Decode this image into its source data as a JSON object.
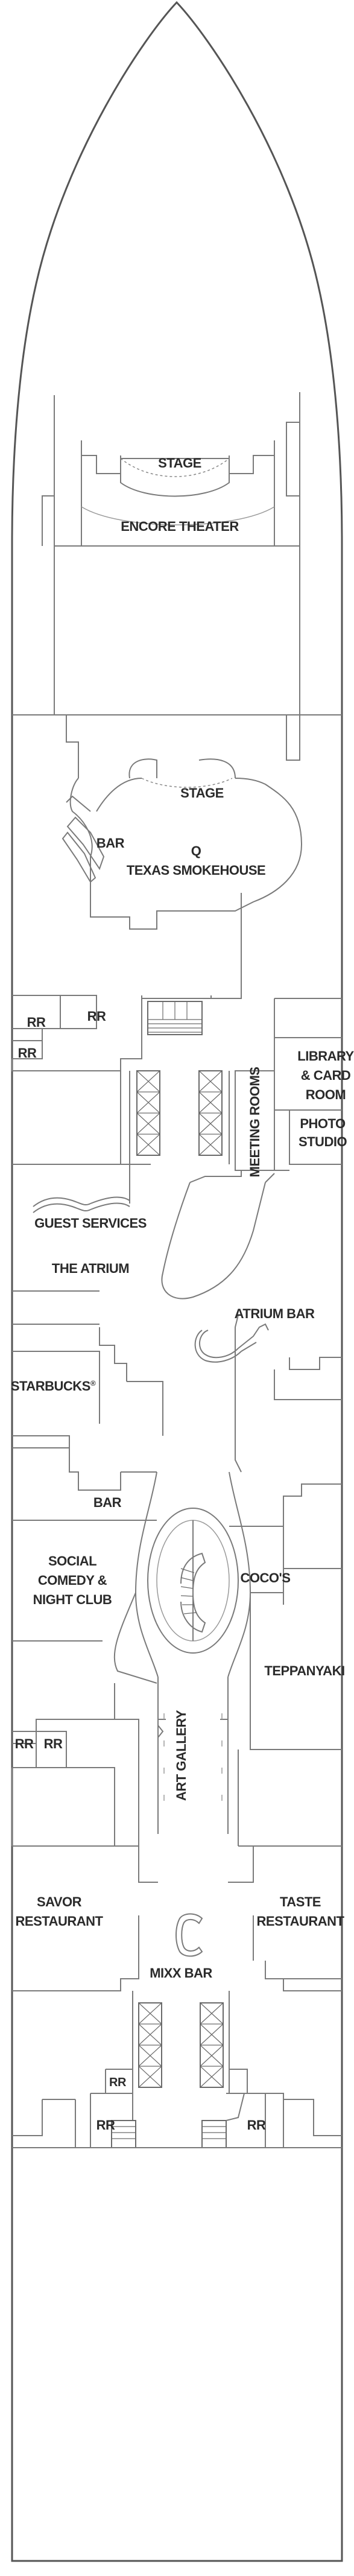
{
  "labels": {
    "stage_top": "STAGE",
    "encore_theater": "ENCORE THEATER",
    "stage_mid": "STAGE",
    "bar_q": "BAR",
    "q": "Q",
    "texas_smokehouse": "TEXAS SMOKEHOUSE",
    "rr_1": "RR",
    "rr_2": "RR",
    "rr_3": "RR",
    "library_1": "LIBRARY",
    "library_2": "& CARD",
    "library_3": "ROOM",
    "photo_1": "PHOTO",
    "photo_2": "STUDIO",
    "meeting_rooms": "MEETING ROOMS",
    "guest_services": "GUEST SERVICES",
    "the_atrium": "THE ATRIUM",
    "atrium_bar": "ATRIUM BAR",
    "starbucks": "STARBUCKS",
    "starbucks_mark": "®",
    "bar_social": "BAR",
    "social_1": "SOCIAL",
    "social_2": "COMEDY &",
    "social_3": "NIGHT CLUB",
    "cocos": "COCO'S",
    "teppanyaki": "TEPPANYAKI",
    "rr_4": "RR",
    "rr_5": "RR",
    "art_gallery": "ART GALLERY",
    "savor_1": "SAVOR",
    "savor_2": "RESTAURANT",
    "taste_1": "TASTE",
    "taste_2": "RESTAURANT",
    "mixx_bar": "MIXX BAR",
    "mixx_logo": "C",
    "rr_6": "RR",
    "rr_7": "RR",
    "rr_8": "RR"
  },
  "colors": {
    "lines": "#7a7a7a",
    "hull": "#555555",
    "text": "#2b2b2b",
    "background": "#ffffff"
  }
}
